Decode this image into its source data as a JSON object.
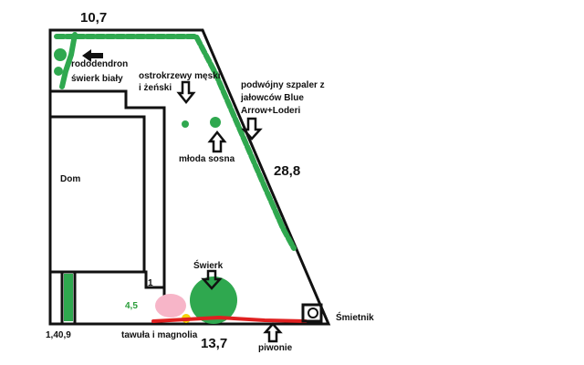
{
  "dimensions": {
    "top": "10,7",
    "diagonal": "28,8",
    "bottom": "13,7",
    "left_bottom": "1,40,9",
    "small_inner": "4,5",
    "one": "1"
  },
  "labels": {
    "rhododendron": "rododendron",
    "white_spruce": "świerk biały",
    "holly": "ostrokrzewy męski",
    "holly2": "i żeński",
    "hedge1": "podwójny szpaler z",
    "hedge2": "jałowców Blue",
    "hedge3": "Arrow+Loderi",
    "young_pine": "młoda sosna",
    "house": "Dom",
    "spruce": "Świerk",
    "spiraea_magnolia": "tawuła i magnolia",
    "peonies": "piwonie",
    "bin": "Śmietnik"
  },
  "colors": {
    "outline": "#111111",
    "plant_green": "#2fa84f",
    "peony_red": "#e02020",
    "spiraea_pink": "#f7b5c8",
    "magnolia_yellow": "#f5d20a"
  }
}
